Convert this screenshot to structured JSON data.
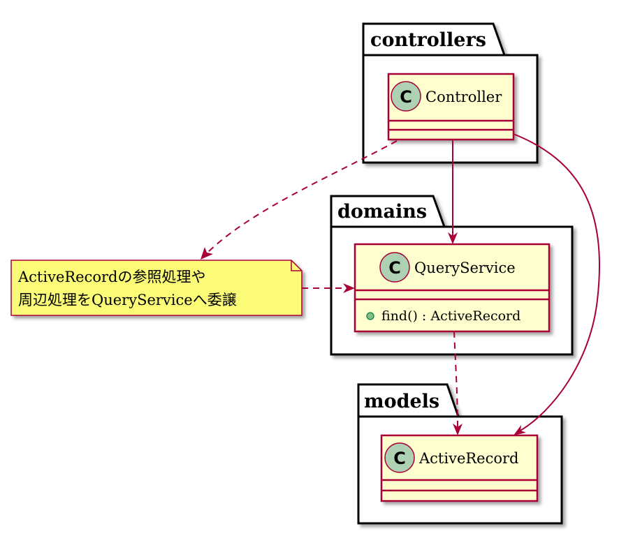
{
  "packages": {
    "controllers": "controllers",
    "domains": "domains",
    "models": "models"
  },
  "classes": {
    "controller": {
      "stereotype_letter": "C",
      "name": "Controller"
    },
    "query_service": {
      "stereotype_letter": "C",
      "name": "QueryService",
      "method": "find() : ActiveRecord"
    },
    "active_record": {
      "stereotype_letter": "C",
      "name": "ActiveRecord"
    }
  },
  "note": {
    "line1": "ActiveRecordの参照処理や",
    "line2": "周辺処理をQueryServiceへ委譲"
  },
  "colors": {
    "class_fill": "#FEFECE",
    "class_border": "#A80036",
    "stereotype_circle": "#ADD1B2",
    "note_fill": "#FBFB77",
    "edge": "#A80036",
    "public_marker": "#84BE84"
  }
}
